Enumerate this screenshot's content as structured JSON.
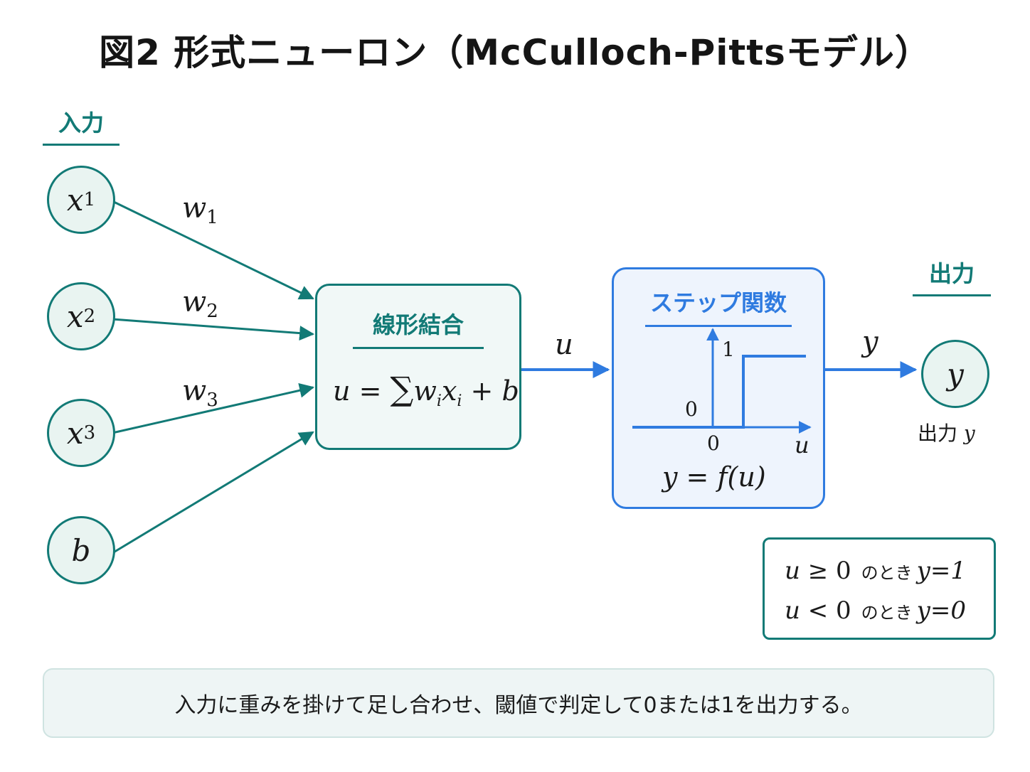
{
  "title": "図2 形式ニューロン（McCulloch-Pittsモデル）",
  "input_header": "入力",
  "output_header": "出力",
  "inputs": [
    {
      "var": "x",
      "sub": "1"
    },
    {
      "var": "x",
      "sub": "2"
    },
    {
      "var": "x",
      "sub": "3"
    },
    {
      "var": "b",
      "sub": ""
    }
  ],
  "weights": [
    {
      "var": "w",
      "sub": "1"
    },
    {
      "var": "w",
      "sub": "2"
    },
    {
      "var": "w",
      "sub": "3"
    }
  ],
  "linear_box": {
    "heading": "線形結合",
    "formula": {
      "u": "u",
      "eq": "=",
      "sum": "∑",
      "w": "w",
      "wsub": "i",
      "x": "x",
      "xsub": "i",
      "plus": "+",
      "b": "b"
    }
  },
  "u_label": "u",
  "step_box": {
    "heading": "ステップ関数",
    "y_tick_one": "1",
    "y_tick_zero": "0",
    "x_tick_zero": "0",
    "x_axis_label": "u",
    "formula": "y = f(u)"
  },
  "y_label": "y",
  "output_node": "y",
  "output_caption": {
    "text": "出力",
    "var": "y"
  },
  "rules": [
    {
      "u": "u",
      "op": "≥",
      "val": "0",
      "text": "のとき",
      "res": "y=1"
    },
    {
      "u": "u",
      "op": "<",
      "val": "0",
      "text": "のとき",
      "res": "y=0"
    }
  ],
  "caption": "入力に重みを掛けて足し合わせ、閾値で判定して0または1を出力する。",
  "colors": {
    "teal": "#127a76",
    "blue": "#2f7be0",
    "node_fill": "#e9f4f1"
  }
}
